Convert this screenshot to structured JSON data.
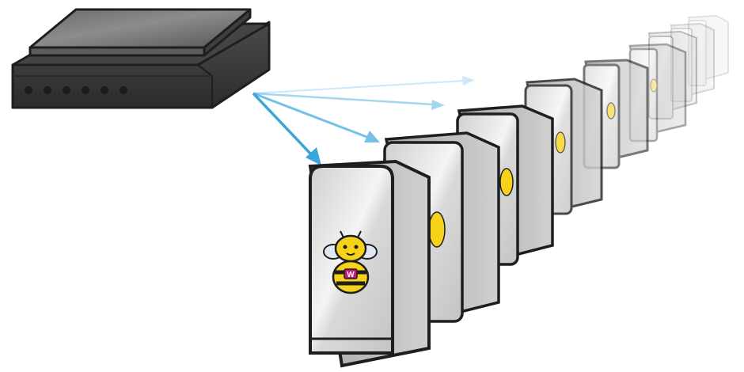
{
  "diagram": {
    "router": {
      "icon": "router-icon",
      "port_count": 6
    },
    "servers": {
      "icon": "server-tower-icon",
      "count": 10,
      "badge_icon": "bee-mascot-icon",
      "badge_letter": "W"
    },
    "arrows": {
      "count": 4,
      "color": "#3aa6dc"
    },
    "colors": {
      "router_body": "#3a3a3a",
      "server_face": "#e6e6e6",
      "server_side": "#bdbdbd",
      "outline": "#1e1e1e",
      "bee_yellow": "#f7d21a",
      "bee_accent": "#c2187a"
    }
  }
}
